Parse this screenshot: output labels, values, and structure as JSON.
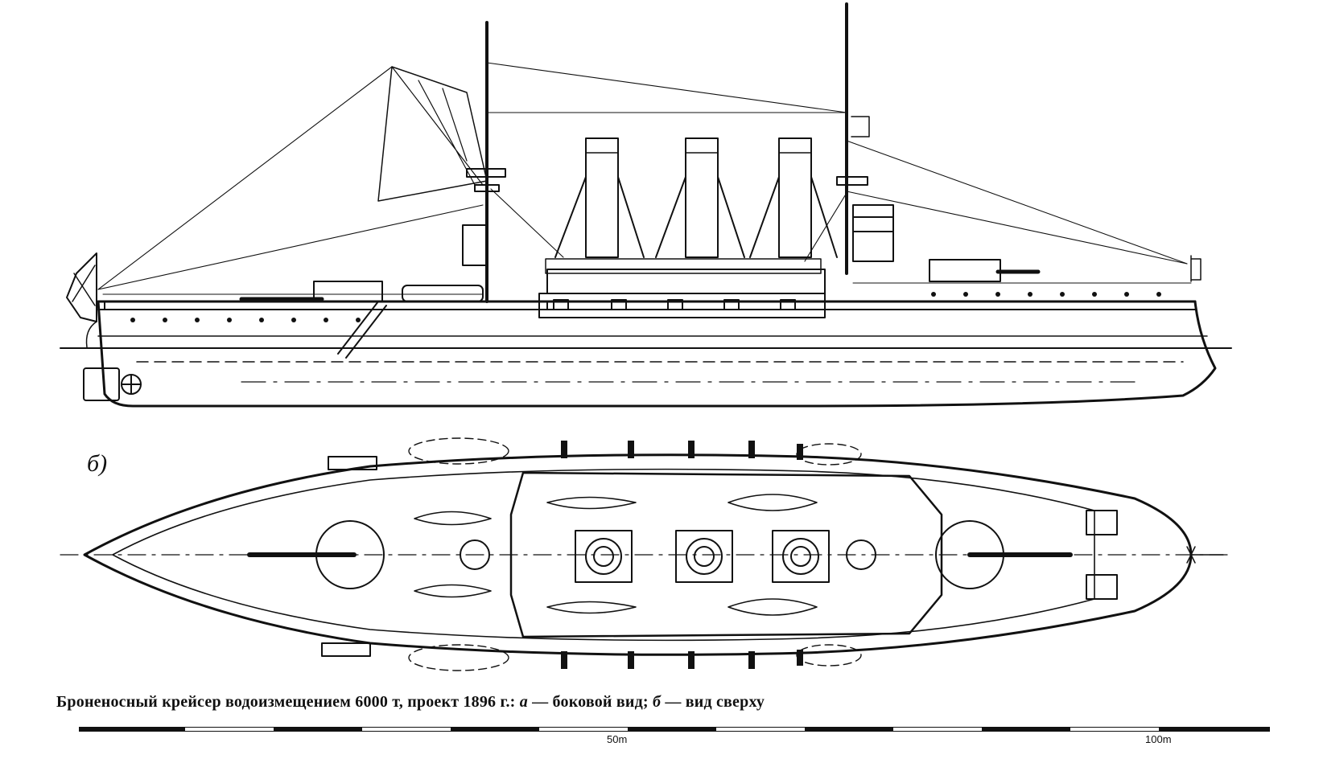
{
  "figure": {
    "subfigure_b_label": "б)",
    "caption": {
      "main": "Броненосный крейсер водоизмещением 6000 т, проект 1896 г.: ",
      "a_letter": "а",
      "a_text": " — боковой вид; ",
      "b_letter": "б",
      "b_text": " — вид сверху"
    },
    "scale_bar": {
      "label_50": "50m",
      "label_100": "100m"
    }
  }
}
